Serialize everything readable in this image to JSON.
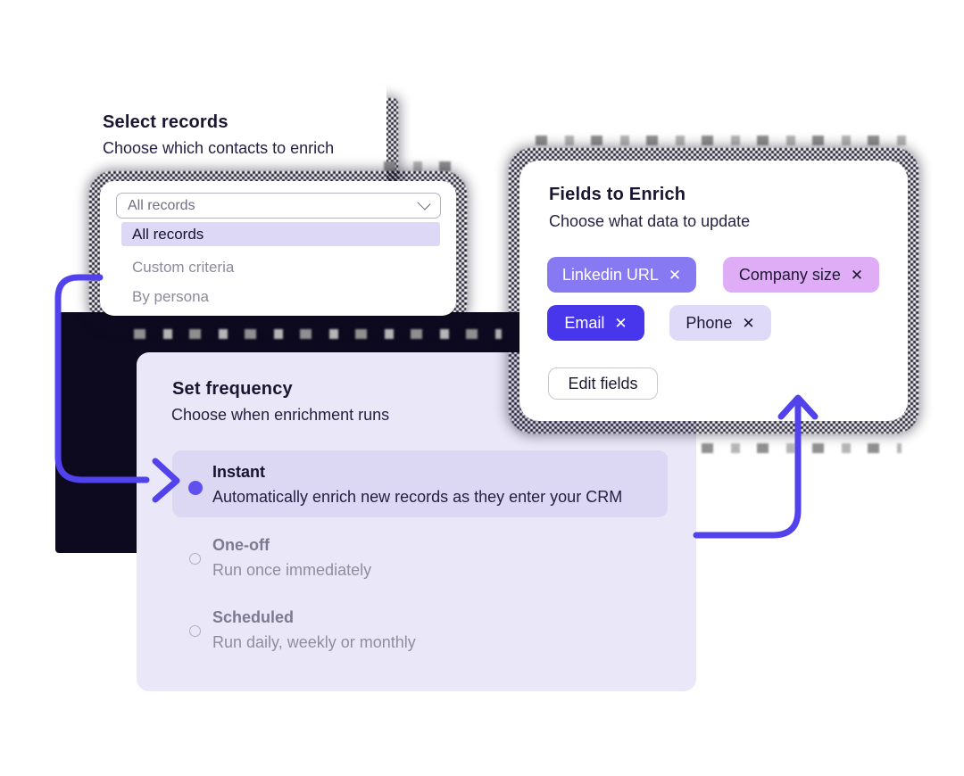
{
  "select_records": {
    "title": "Select records",
    "subtitle": "Choose which contacts to enrich",
    "dropdown": {
      "value": "All records",
      "chevron_icon": "chevron-down-icon",
      "options": [
        {
          "label": "All records",
          "selected": true
        },
        {
          "label": "Custom criteria",
          "selected": false
        },
        {
          "label": "By persona",
          "selected": false
        }
      ]
    }
  },
  "fields_to_enrich": {
    "title": "Fields to Enrich",
    "subtitle": "Choose what data to update",
    "tags": [
      {
        "label": "Linkedin URL",
        "remove_icon": "✕",
        "bg": "#8679f2",
        "fg": "#ffffff"
      },
      {
        "label": "Company size",
        "remove_icon": "✕",
        "bg": "#dfacf6",
        "fg": "#1d1733"
      },
      {
        "label": "Email",
        "remove_icon": "✕",
        "bg": "#4836ec",
        "fg": "#ffffff"
      },
      {
        "label": "Phone",
        "remove_icon": "✕",
        "bg": "#dedaf8",
        "fg": "#1d1733"
      }
    ],
    "edit_button_label": "Edit fields"
  },
  "set_frequency": {
    "title": "Set frequency",
    "subtitle": "Choose when enrichment runs",
    "options": [
      {
        "label": "Instant",
        "desc": "Automatically enrich new records as they enter your CRM",
        "selected": true
      },
      {
        "label": "One-off",
        "desc": "Run once immediately",
        "selected": false
      },
      {
        "label": "Scheduled",
        "desc": "Run daily, weekly or monthly",
        "selected": false
      }
    ]
  },
  "colors": {
    "accent_arrow": "#5242ec",
    "radio_selected": "#6051ee",
    "dark_backdrop": "#0d0a1f",
    "lavender_card": "#eae7f8",
    "highlight_row": "#dcd8f4",
    "option_highlight": "#ddd8f6"
  }
}
